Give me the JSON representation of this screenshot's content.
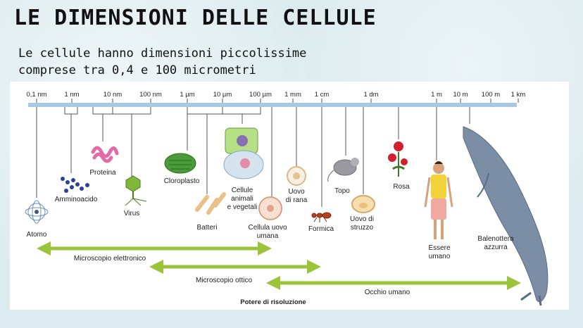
{
  "slide": {
    "title": "LE DIMENSIONI DELLE CELLULE",
    "subtitle_line1": "Le cellule hanno dimensioni piccolissime",
    "subtitle_line2": "comprese tra 0,4 e 100 micrometri"
  },
  "scale": {
    "ticks": [
      "0,1 nm",
      "1 nm",
      "10 nm",
      "100 nm",
      "1 µm",
      "10 µm",
      "100 µm",
      "1 mm",
      "1 cm",
      "1 dm",
      "1 m",
      "10 m",
      "100 m",
      "1 km"
    ]
  },
  "items": {
    "atomo": "Atomo",
    "amminoacido": "Amminoacido",
    "proteina": "Proteina",
    "virus": "Virus",
    "cloroplasto": "Cloroplasto",
    "batteri": "Batteri",
    "cellule_line1": "Cellule",
    "cellule_line2": "animali",
    "cellule_line3": "e vegetali",
    "cellula_uovo_line1": "Cellula uovo",
    "cellula_uovo_line2": "umana",
    "uovo_rana_line1": "Uovo",
    "uovo_rana_line2": "di rana",
    "formica": "Formica",
    "topo": "Topo",
    "uovo_struzzo_line1": "Uovo di",
    "uovo_struzzo_line2": "struzzo",
    "rosa": "Rosa",
    "essere_umano_line1": "Essere",
    "essere_umano_line2": "umano",
    "balenottera_line1": "Balenottera",
    "balenottera_line2": "azzurra"
  },
  "ranges": {
    "microscopio_elettronico": "Microscopio elettronico",
    "microscopio_ottico": "Microscopio ottico",
    "occhio_umano": "Occhio umano",
    "potere_risoluzione": "Potere di risoluzione"
  },
  "colors": {
    "scale_bar": "#a9c8e4",
    "range_arrow": "#9bc43b",
    "connector": "#555555"
  }
}
